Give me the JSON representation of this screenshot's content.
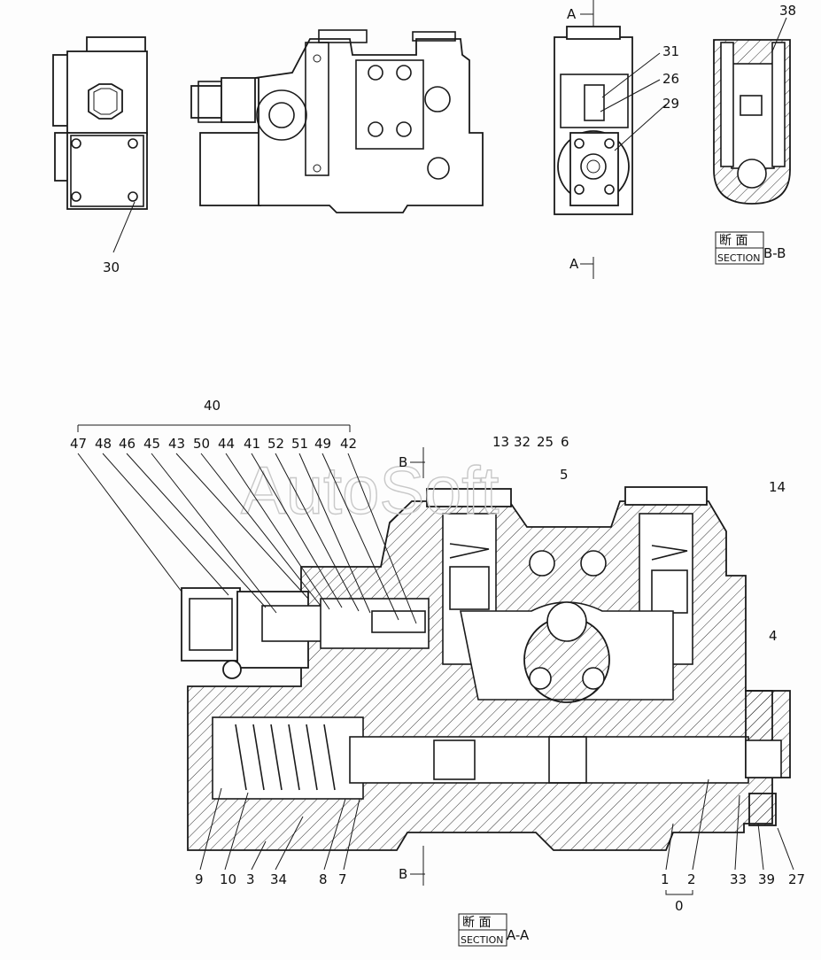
{
  "watermark": "AutoSoft",
  "section_marks": {
    "a_top": "A",
    "a_bottom": "A",
    "b_top": "B",
    "b_bottom": "B"
  },
  "captions": {
    "bb": {
      "jp": "断 面",
      "en": "SECTION",
      "suffix": "B-B"
    },
    "aa": {
      "jp": "断 面",
      "en": "SECTION",
      "suffix": "A-A"
    }
  },
  "top_labels": {
    "l30": "30",
    "l31": "31",
    "l26": "26",
    "l29": "29",
    "l38": "38"
  },
  "group_label": "40",
  "group_items": [
    "47",
    "48",
    "46",
    "45",
    "43",
    "50",
    "44",
    "41",
    "52",
    "51",
    "49",
    "42"
  ],
  "upper_labels": {
    "l13": "13",
    "l32": "32",
    "l25": "25",
    "l6": "6",
    "l5": "5",
    "l14": "14",
    "l4": "4"
  },
  "bottom_labels": [
    "9",
    "10",
    "3",
    "34",
    "8",
    "7",
    "1",
    "2",
    "33",
    "39",
    "27"
  ],
  "sub_label": "0",
  "colors": {
    "line": "#1a1a1a",
    "paper": "#fdfdfd",
    "watermark": "#c8c8c8"
  }
}
